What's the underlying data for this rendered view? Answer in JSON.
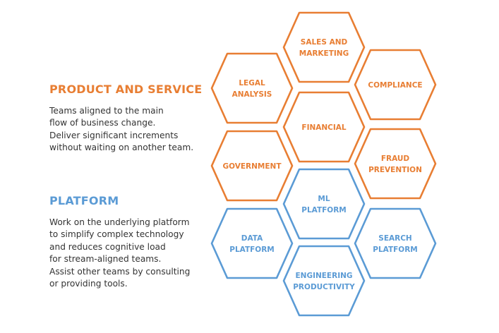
{
  "product": {
    "title": "PRODUCT AND SERVICE",
    "lines": [
      "Teams aligned to the main",
      "flow of business change.",
      "Deliver significant increments",
      "without waiting on another team."
    ]
  },
  "platform": {
    "title": "PLATFORM",
    "lines": [
      "Work on the underlying platform",
      "to simplify complex technology",
      "and reduces cognitive load",
      "for stream-aligned teams.",
      "Assist other teams by consulting",
      "or providing tools."
    ]
  },
  "colors": {
    "product": "#e87e33",
    "platform": "#5b9bd5"
  },
  "hexagons": [
    {
      "id": "sales-and-marketing",
      "group": "product",
      "lines": [
        "SALES AND",
        "MARKETING"
      ]
    },
    {
      "id": "legal-analysis",
      "group": "product",
      "lines": [
        "LEGAL",
        "ANALYSIS"
      ]
    },
    {
      "id": "compliance",
      "group": "product",
      "lines": [
        "COMPLIANCE"
      ]
    },
    {
      "id": "financial",
      "group": "product",
      "lines": [
        "FINANCIAL"
      ]
    },
    {
      "id": "government",
      "group": "product",
      "lines": [
        "GOVERNMENT"
      ]
    },
    {
      "id": "fraud-prevention",
      "group": "product",
      "lines": [
        "FRAUD",
        "PREVENTION"
      ]
    },
    {
      "id": "ml-platform",
      "group": "platform",
      "lines": [
        "ML",
        "PLATFORM"
      ]
    },
    {
      "id": "data-platform",
      "group": "platform",
      "lines": [
        "DATA",
        "PLATFORM"
      ]
    },
    {
      "id": "search-platform",
      "group": "platform",
      "lines": [
        "SEARCH",
        "PLATFORM"
      ]
    },
    {
      "id": "engineering-productivity",
      "group": "platform",
      "lines": [
        "ENGINEERING",
        "PRODUCTIVITY"
      ]
    }
  ]
}
